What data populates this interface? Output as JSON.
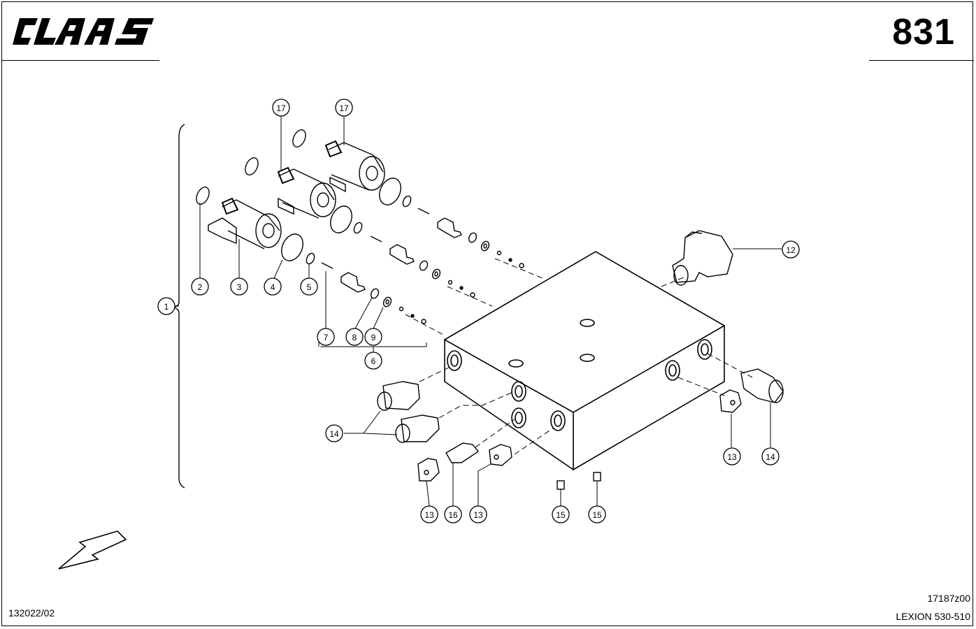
{
  "header": {
    "brand": "CLAAS",
    "page_number": "831"
  },
  "footer": {
    "drawing_code": "17187z00",
    "model": "LEXION 530-510",
    "document_ref": "132022/02"
  },
  "callouts": [
    {
      "id": "c1",
      "label": "1"
    },
    {
      "id": "c2",
      "label": "2"
    },
    {
      "id": "c3",
      "label": "3"
    },
    {
      "id": "c4",
      "label": "4"
    },
    {
      "id": "c5",
      "label": "5"
    },
    {
      "id": "c6",
      "label": "6"
    },
    {
      "id": "c7",
      "label": "7"
    },
    {
      "id": "c8",
      "label": "8"
    },
    {
      "id": "c9",
      "label": "9"
    },
    {
      "id": "c12",
      "label": "12"
    },
    {
      "id": "c13a",
      "label": "13"
    },
    {
      "id": "c13b",
      "label": "13"
    },
    {
      "id": "c13c",
      "label": "13"
    },
    {
      "id": "c14a",
      "label": "14"
    },
    {
      "id": "c14b",
      "label": "14"
    },
    {
      "id": "c15a",
      "label": "15"
    },
    {
      "id": "c15b",
      "label": "15"
    },
    {
      "id": "c16",
      "label": "16"
    },
    {
      "id": "c17a",
      "label": "17"
    },
    {
      "id": "c17b",
      "label": "17"
    }
  ]
}
